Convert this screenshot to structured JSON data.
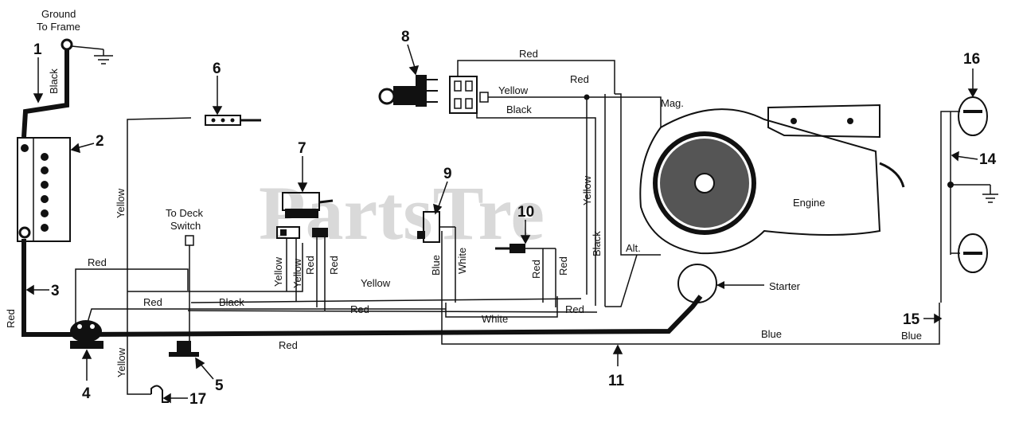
{
  "watermark": "PartsTre",
  "labels": {
    "ground_line1": "Ground",
    "ground_line2": "To Frame",
    "deck_line1": "To Deck",
    "deck_line2": "Switch",
    "mag": "Mag.",
    "alt": "Alt.",
    "engine": "Engine",
    "starter": "Starter"
  },
  "callouts": [
    "1",
    "2",
    "3",
    "4",
    "5",
    "6",
    "7",
    "8",
    "9",
    "10",
    "11",
    "14",
    "15",
    "16",
    "17"
  ],
  "wires": {
    "black_ground": "Black",
    "yellow_left": "Yellow",
    "red_top_left": "Red",
    "red_mid_left": "Red",
    "black_mid": "Black",
    "red_left_vertical": "Red",
    "red_main": "Red",
    "yellow_low_left": "Yellow",
    "yellow_conn7_a": "Yellow",
    "yellow_conn7_b": "Yellow",
    "red_conn7_a": "Red",
    "red_conn7_b": "Red",
    "yellow_run": "Yellow",
    "red_run": "Red",
    "blue_switch": "Blue",
    "white_switch": "White",
    "white_run": "White",
    "red_sol_a": "Red",
    "red_sol_b": "Red",
    "red_lower_right": "Red",
    "yellow_vertical": "Yellow",
    "black_vertical": "Black",
    "red_top": "Red",
    "yellow_key": "Yellow",
    "red_key": "Red",
    "black_key": "Black",
    "blue_engine": "Blue",
    "blue_right": "Blue"
  },
  "colors": {
    "ink": "#111111",
    "background": "#ffffff",
    "watermark": "#d9d9d9"
  }
}
